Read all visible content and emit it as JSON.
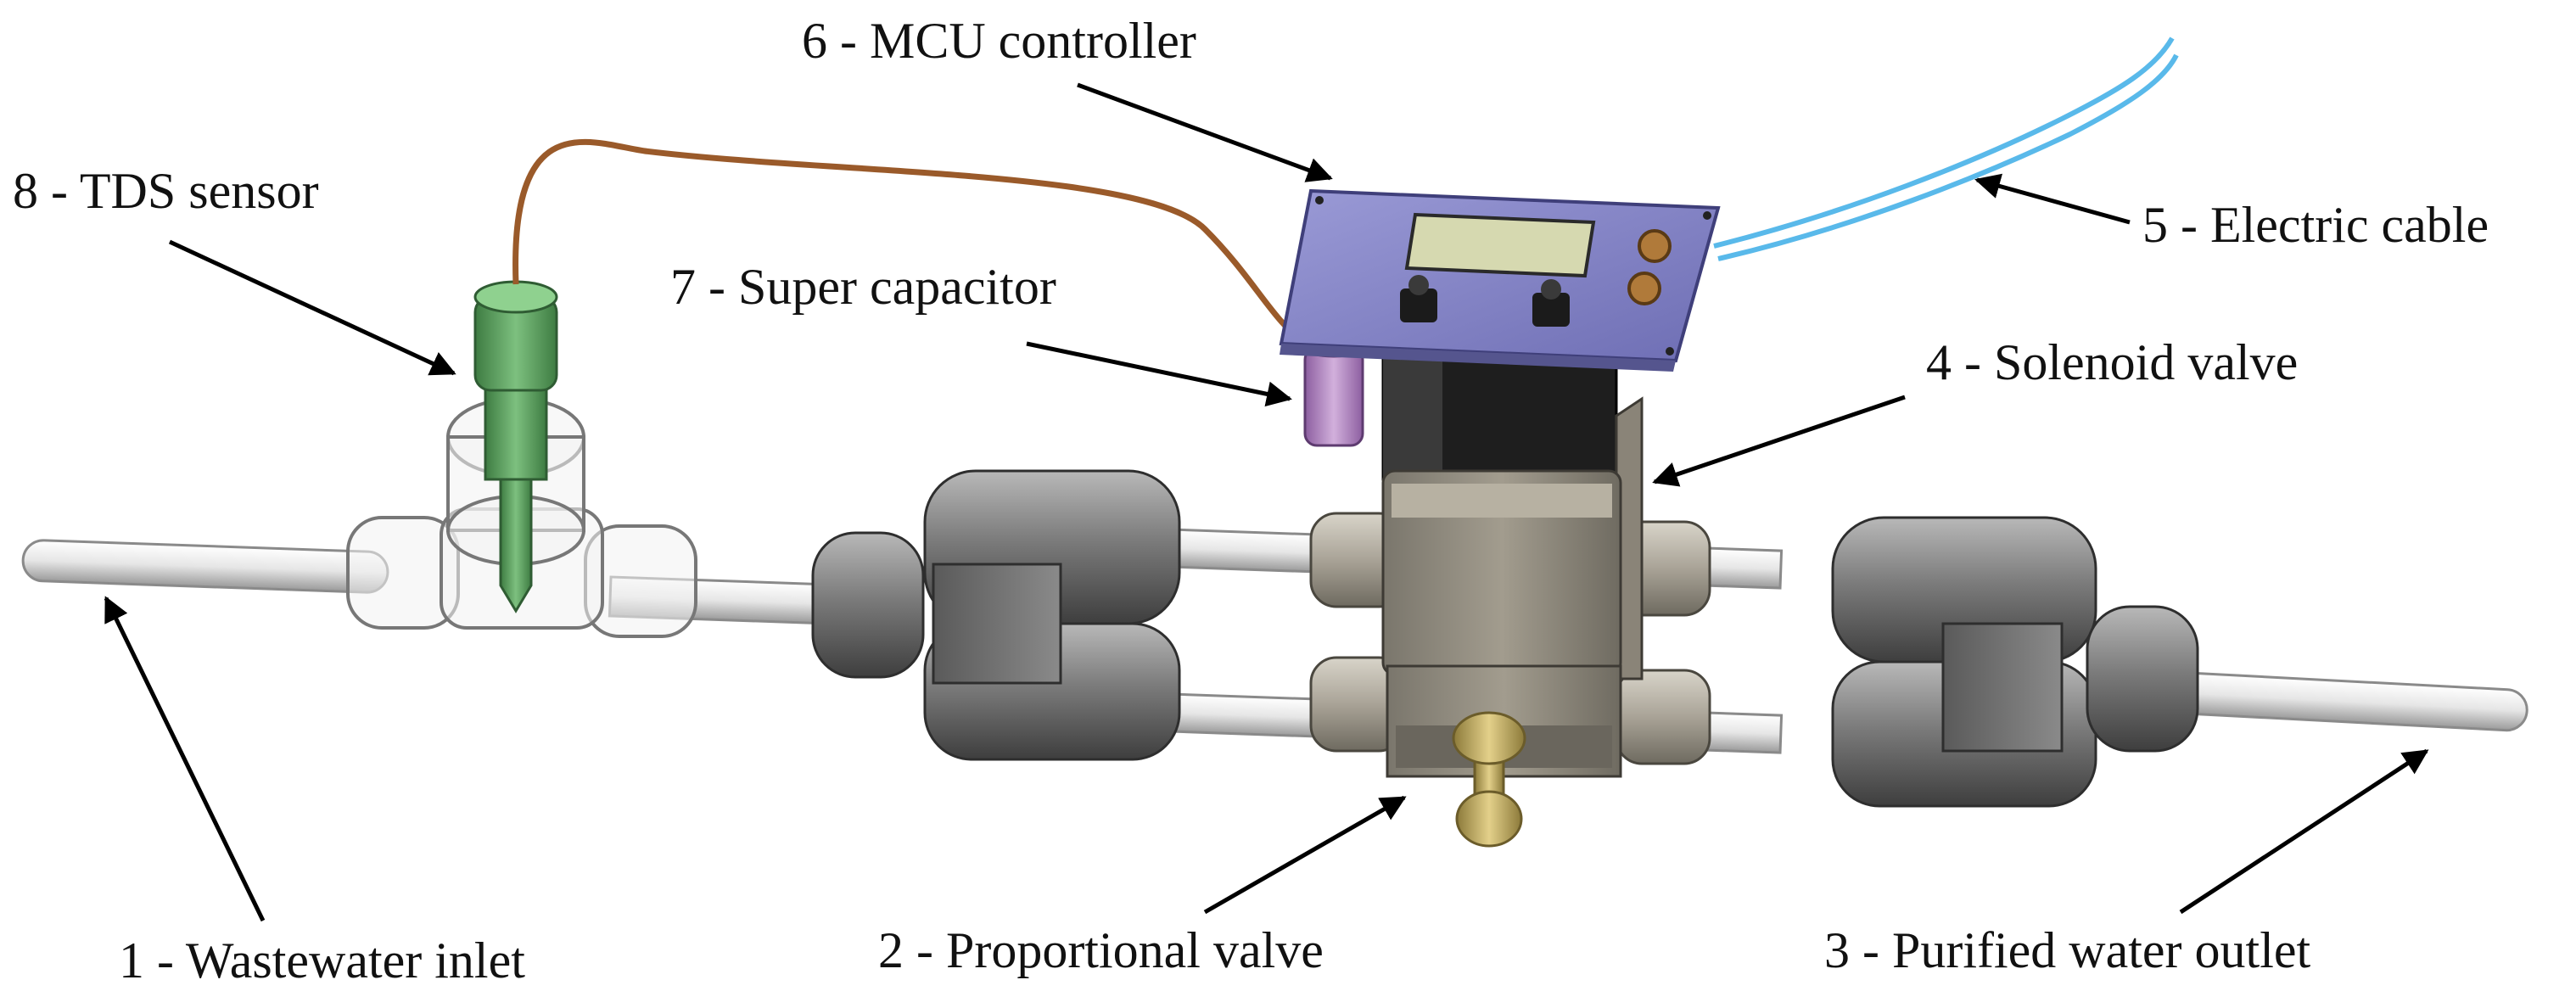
{
  "labels": {
    "wastewater_inlet": "1 - Wastewater inlet",
    "proportional_valve": "2 - Proportional valve",
    "purified_water_outlet": "3 - Purified water outlet",
    "solenoid_valve": "4 - Solenoid valve",
    "electric_cable": "5 - Electric cable",
    "mcu_controller": "6 - MCU controller",
    "super_capacitor": "7 - Super capacitor",
    "tds_sensor": "8 - TDS sensor"
  },
  "colors": {
    "pipe": "#e6e6e6",
    "filter_housing": "#7c7c7c",
    "valve_body": "#a29c8e",
    "mcu_board": "#8484c6",
    "lcd": "#d6d9b0",
    "tds_sensor": "#5fa060",
    "super_capacitor": "#b78ec6",
    "sensor_wire": "#9a5a2a",
    "electric_cable": "#59b9ea",
    "brass_knob": "#c9b46a"
  }
}
